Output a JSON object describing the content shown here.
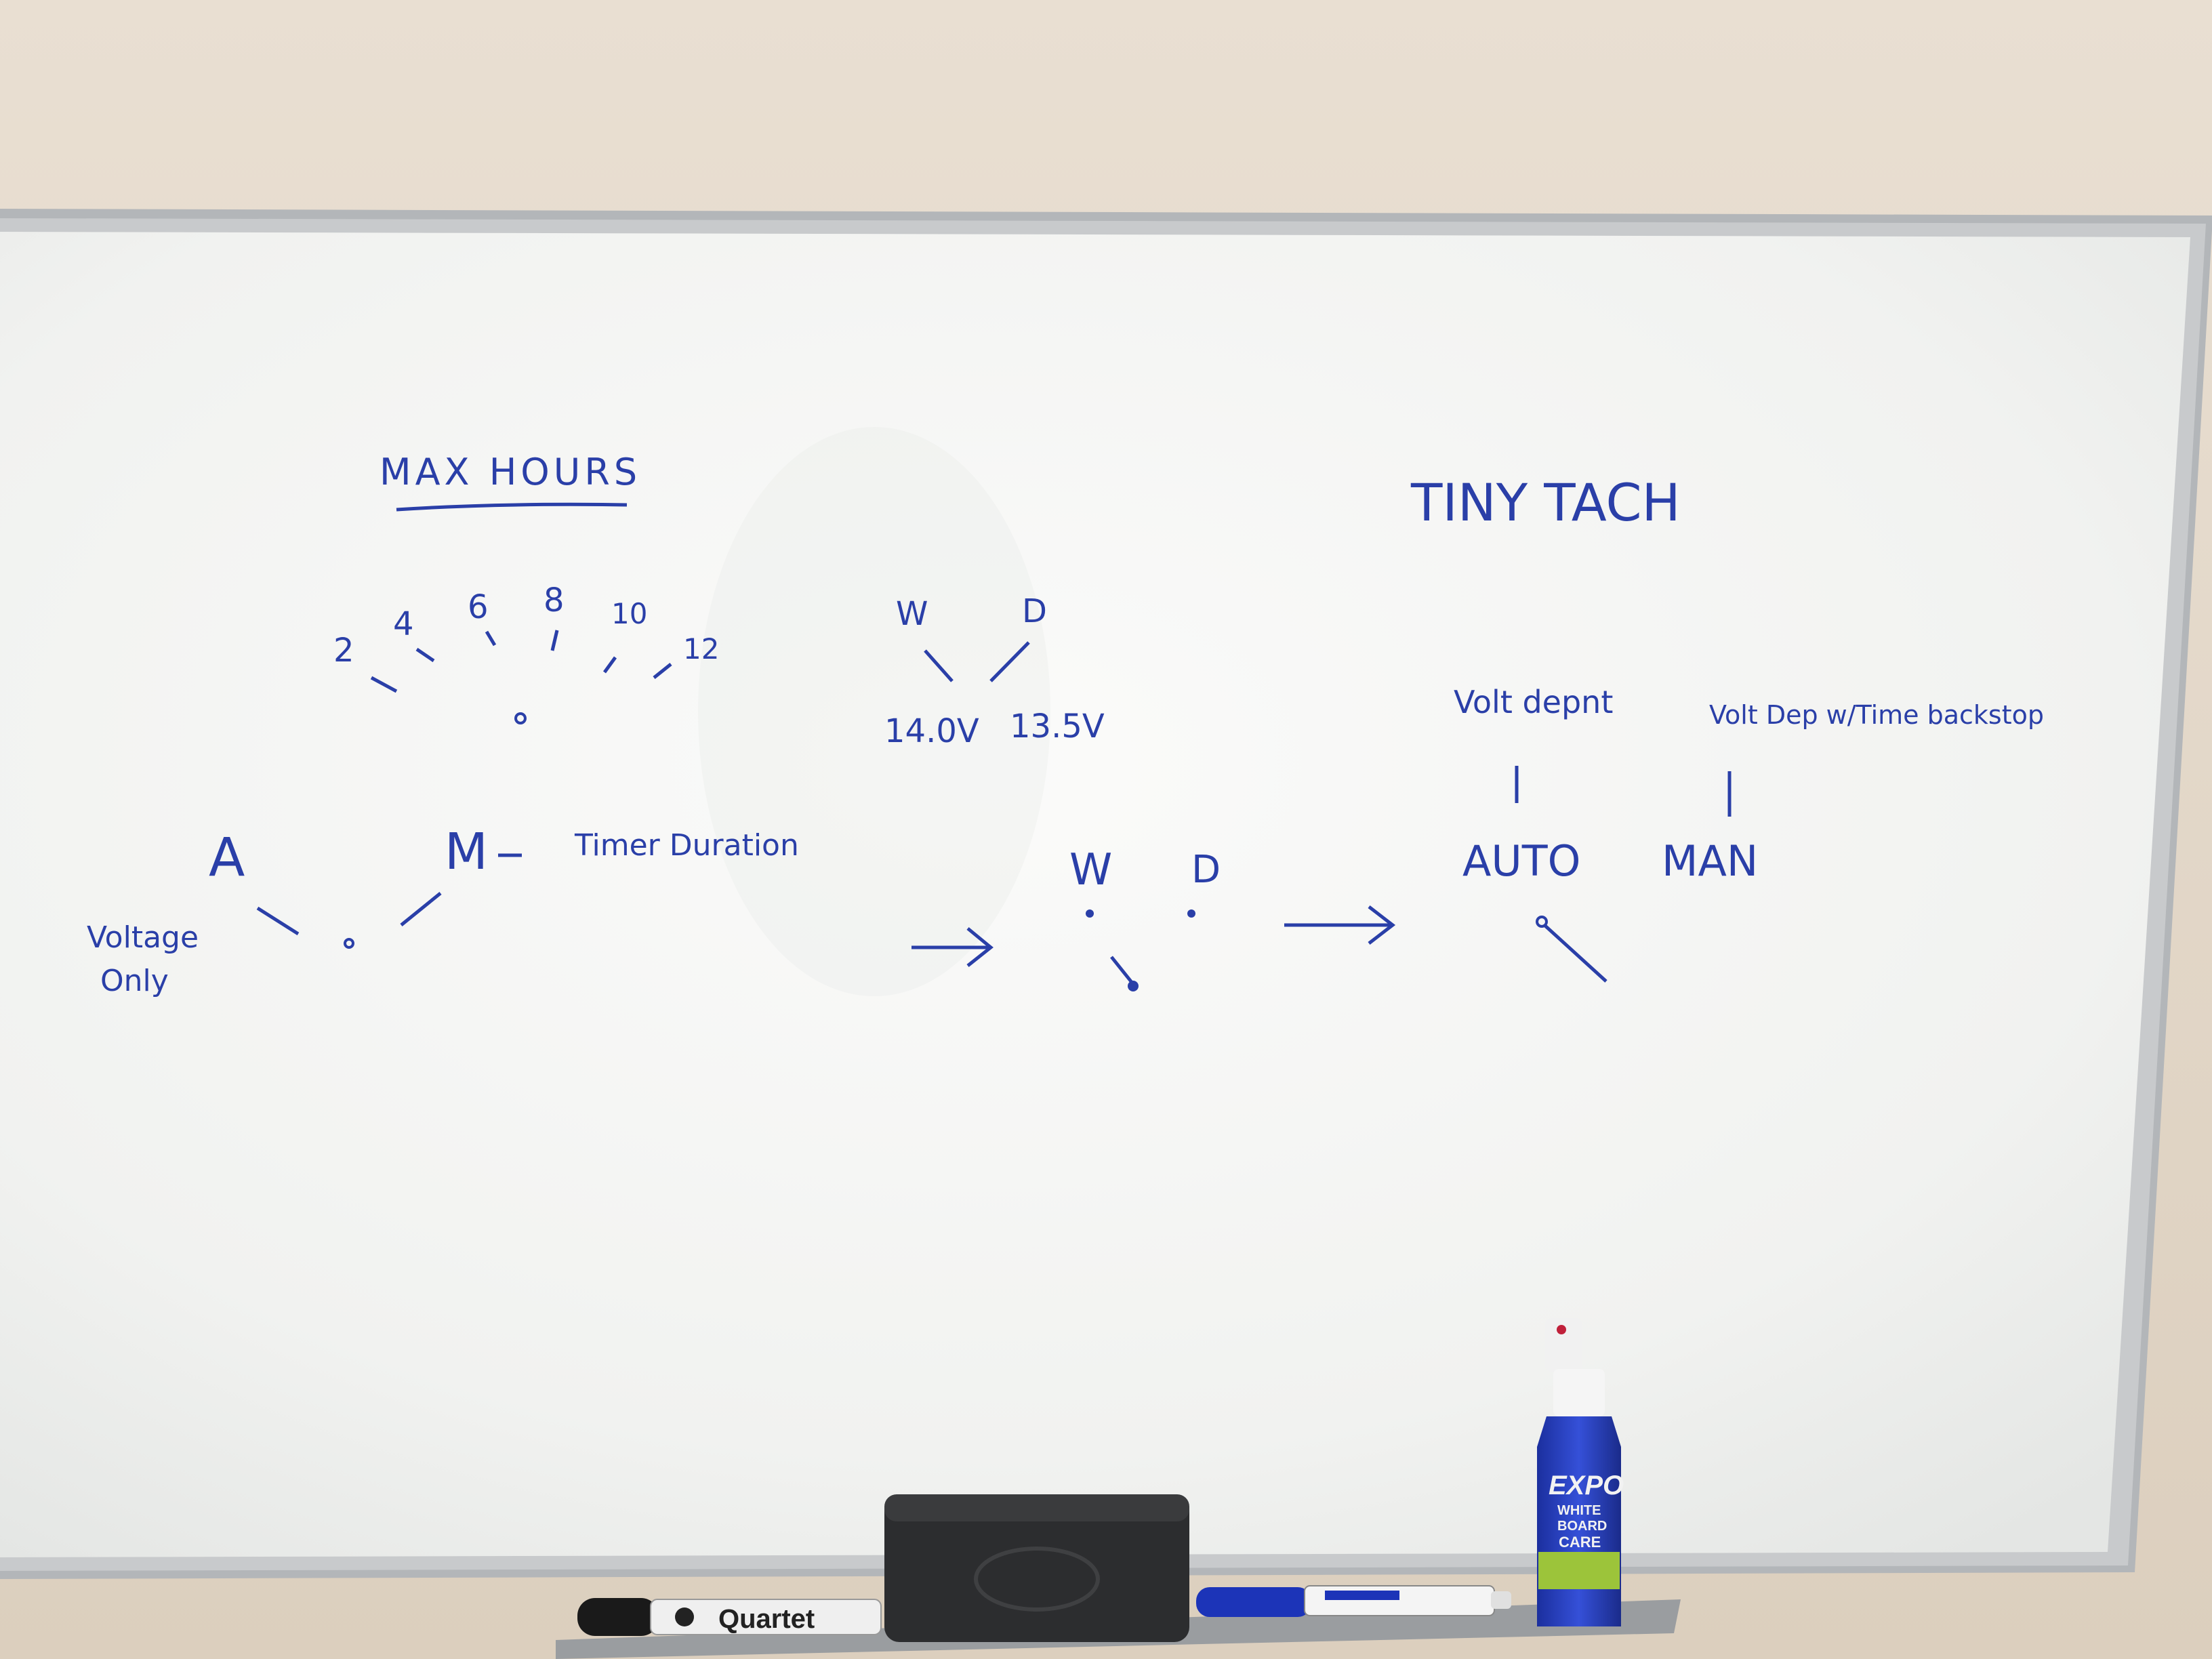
{
  "whiteboard": {
    "max_hours": {
      "title": "MAX HOURS",
      "dial_numbers": [
        "2",
        "4",
        "6",
        "8",
        "10",
        "12"
      ]
    },
    "mode_switch": {
      "left": "A",
      "left_note_line1": "Voltage",
      "left_note_line2": "Only",
      "right": "M",
      "right_note": "Timer Duration"
    },
    "wd_switch": {
      "left": "W",
      "right": "D",
      "left_value": "14.0V",
      "right_value": "13.5V"
    },
    "wd_switch_2": {
      "left": "W",
      "right": "D"
    },
    "tiny_tach": {
      "title": "TINY TACH",
      "left_note": "Volt depnt",
      "right_note": "Volt Dep w/Time backstop",
      "left": "AUTO",
      "right": "MAN"
    }
  },
  "tray": {
    "marker_brand": "Quartet",
    "spray_brand": "EXPO",
    "spray_line1": "WHITE",
    "spray_line2": "BOARD",
    "spray_line3": "CARE"
  },
  "colors": {
    "wall": "#e6dccf",
    "board": "#f7f8f6",
    "frame": "#b9bcbf",
    "ink": "#2a3fa8"
  }
}
